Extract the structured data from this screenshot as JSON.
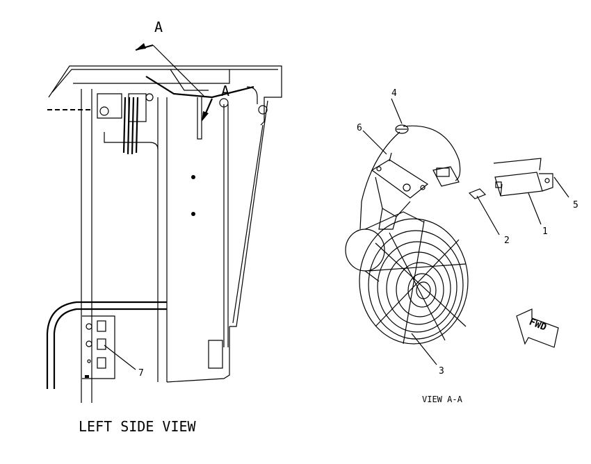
{
  "section_marks": {
    "upper": "A",
    "lower": "A"
  },
  "views": {
    "left": "LEFT SIDE VIEW",
    "right": "VIEW A-A"
  },
  "callouts": [
    {
      "id": "1",
      "label": "1"
    },
    {
      "id": "2",
      "label": "2"
    },
    {
      "id": "3",
      "label": "3"
    },
    {
      "id": "4",
      "label": "4"
    },
    {
      "id": "5",
      "label": "5"
    },
    {
      "id": "6",
      "label": "6"
    },
    {
      "id": "7",
      "label": "7"
    }
  ],
  "fwd_arrow": {
    "label": "FWD"
  }
}
